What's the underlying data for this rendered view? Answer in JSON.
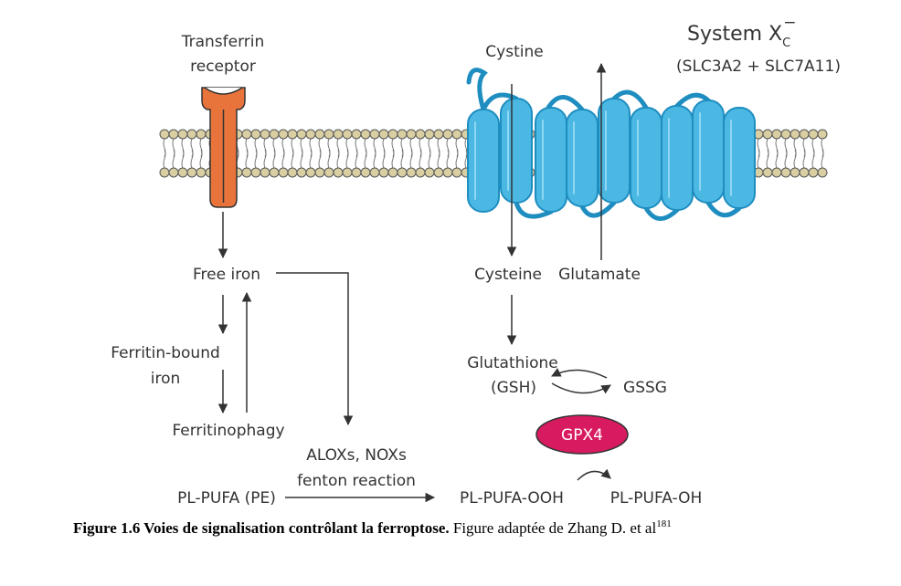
{
  "colors": {
    "receptor": "#E8743B",
    "transporter": "#4BB8E3",
    "transporter_stroke": "#1E8DC0",
    "lipid_head": "#D9CFA2",
    "gpx4": "#D81B60",
    "arrow": "#333333"
  },
  "membrane": {
    "receptor_label_line1": "Transferrin",
    "receptor_label_line2": "receptor",
    "cystine_label": "Cystine",
    "system_label": "System X",
    "system_sub": "C",
    "system_sup": "−",
    "system_genes": "(SLC3A2 + SLC7A11)"
  },
  "nodes": {
    "free_iron": "Free iron",
    "ferritin_bound_line1": "Ferritin-bound",
    "ferritin_bound_line2": "iron",
    "ferritinophagy": "Ferritinophagy",
    "cysteine": "Cysteine",
    "glutamate": "Glutamate",
    "glutathione_line1": "Glutathione",
    "glutathione_line2": "(GSH)",
    "gssg": "GSSG",
    "gpx4": "GPX4",
    "pl_pufa": "PL-PUFA (PE)",
    "enzymes_line1": "ALOXs, NOXs",
    "enzymes_line2": "fenton reaction",
    "pl_pufa_ooh": "PL-PUFA-OOH",
    "pl_pufa_oh": "PL-PUFA-OH"
  },
  "caption": {
    "bold": "Figure 1.6 Voies de signalisation contrôlant la ferroptose.",
    "normal": " Figure adaptée de Zhang D. et al",
    "ref": "181"
  }
}
